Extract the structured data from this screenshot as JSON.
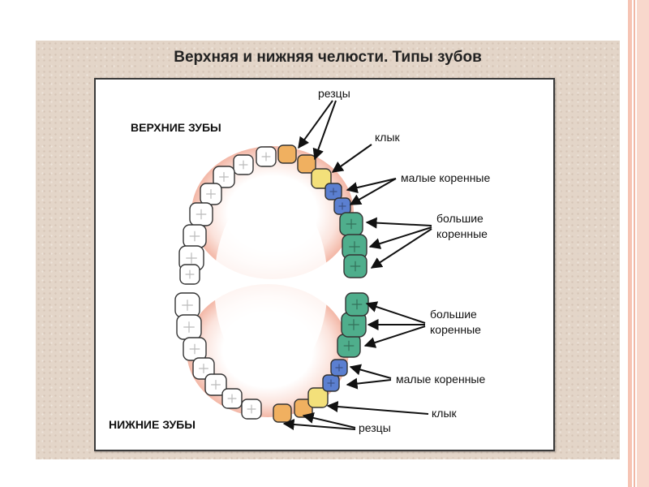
{
  "title": "Верхняя и нижняя челюсти. Типы зубов",
  "labels": {
    "upper_section": "ВЕРХНИЕ ЗУБЫ",
    "lower_section": "НИЖНИЕ ЗУБЫ",
    "upper_incisors": "резцы",
    "upper_canine": "клык",
    "upper_premolars": "малые коренные",
    "upper_molars_1": "большие",
    "upper_molars_2": "коренные",
    "lower_molars_1": "большие",
    "lower_molars_2": "коренные",
    "lower_premolars": "малые коренные",
    "lower_canine": "клык",
    "lower_incisors": "резцы"
  },
  "colors": {
    "incisor": "#f0b060",
    "canine": "#f3e07a",
    "premolar": "#5b7fd0",
    "molar": "#4fae8c",
    "plain_tooth": "#ffffff",
    "gum": "#f2b7a6"
  }
}
